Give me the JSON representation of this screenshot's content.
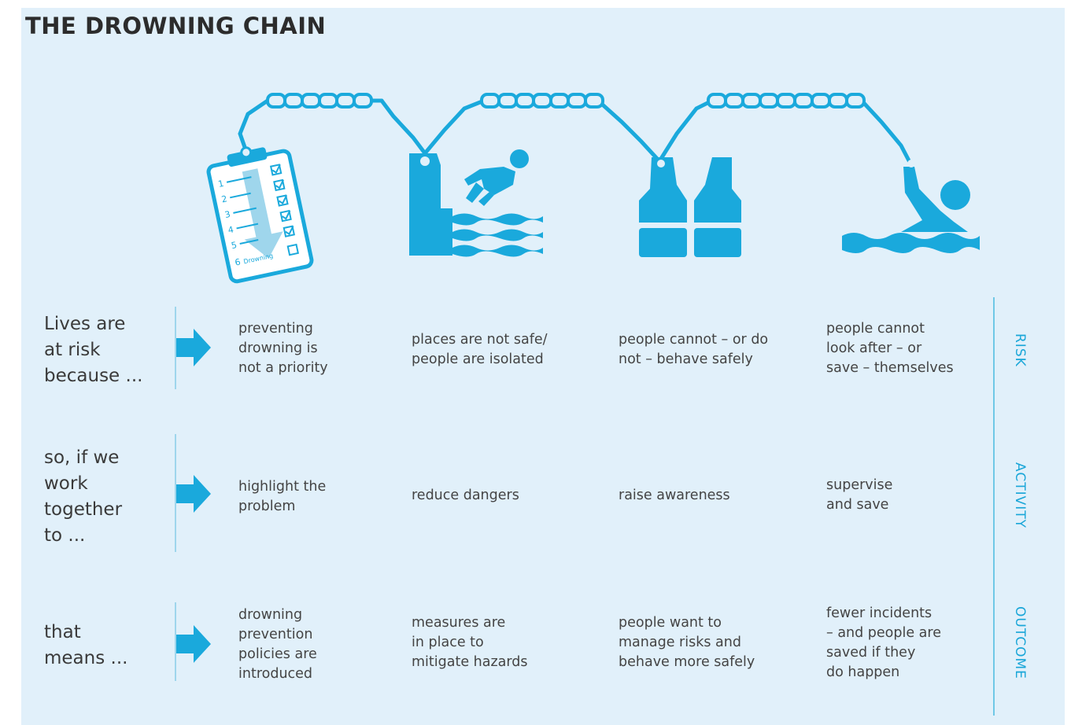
{
  "title": "THE DROWNING CHAIN",
  "icons": [
    "clipboard-checklist-icon",
    "person-falling-into-water-icon",
    "life-jacket-icon",
    "swimmer-icon"
  ],
  "clipboard": {
    "items": [
      "1",
      "2",
      "3",
      "4",
      "5",
      "6"
    ],
    "last_item_text": "Drowning"
  },
  "colors": {
    "accent": "#1aa9dc",
    "background": "#e1f0fa",
    "text": "#444444",
    "divider": "#9fd6ec"
  },
  "rows": [
    {
      "label": "Lives are\nat risk\nbecause ...",
      "side_label": "RISK",
      "cells": [
        "preventing\ndrowning is\nnot a priority",
        "places are not safe/\npeople are isolated",
        "people cannot – or do\nnot – behave safely",
        "people cannot\nlook after – or\nsave – themselves"
      ]
    },
    {
      "label": "so, if we\nwork\ntogether\nto ...",
      "side_label": "ACTIVITY",
      "cells": [
        "highlight the\nproblem",
        "reduce dangers",
        "raise awareness",
        "supervise\nand save"
      ]
    },
    {
      "label": "that\nmeans ...",
      "side_label": "OUTCOME",
      "cells": [
        "drowning\nprevention\npolicies are\nintroduced",
        "measures are\nin place to\nmitigate hazards",
        "people want to\nmanage risks and\nbehave more safely",
        "fewer incidents\n– and people are\nsaved if they\ndo happen"
      ]
    }
  ]
}
